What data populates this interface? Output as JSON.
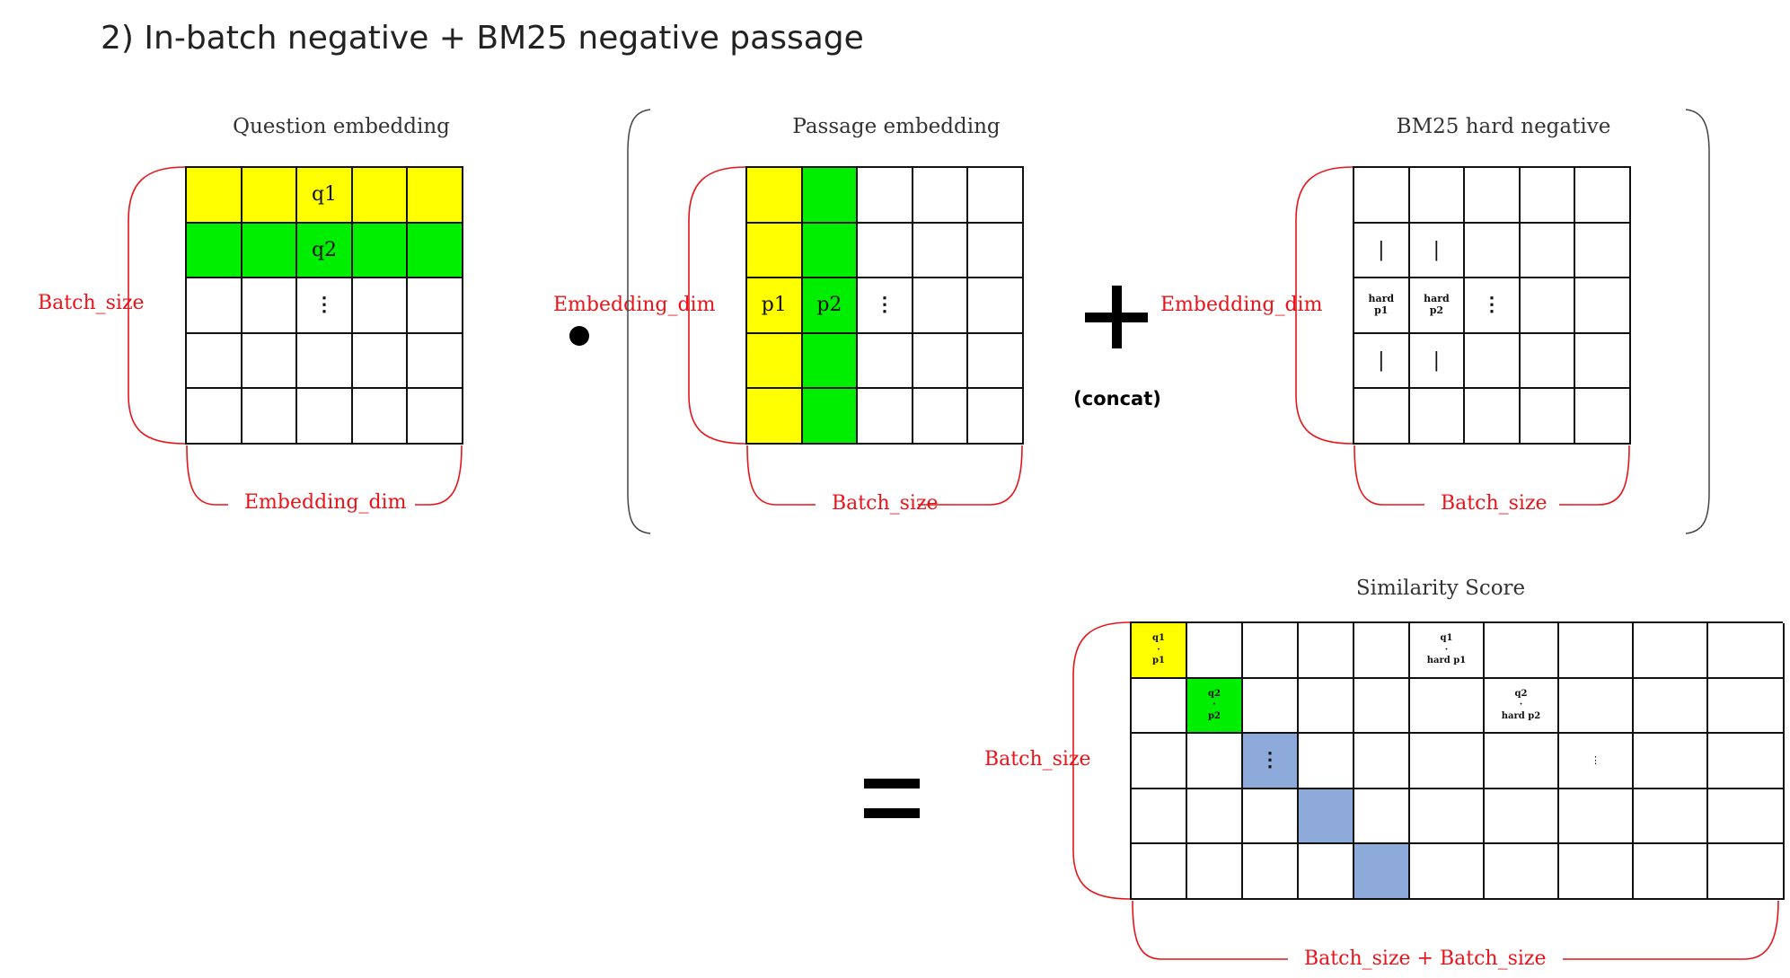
{
  "title": "2) In-batch negative + BM25 negative passage",
  "question": {
    "title": "Question embedding",
    "row1_label": "q1",
    "row2_label": "q2",
    "dots": "⋮",
    "left_label": "Batch_size",
    "bottom_label": "Embedding_dim"
  },
  "passage": {
    "title": "Passage embedding",
    "col1_label": "p1",
    "col2_label": "p2",
    "dots": "⋮",
    "left_label": "Embedding_dim",
    "bottom_label": "Batch_size"
  },
  "hard": {
    "title": "BM25 hard negative",
    "bar": "|",
    "col1_label": "hard\np1",
    "col2_label": "hard\np2",
    "dots": "⋮",
    "left_label": "Embedding_dim",
    "bottom_label": "Batch_size"
  },
  "concat_label": "(concat)",
  "similarity": {
    "title": "Similarity Score",
    "c11": "q1\n·\np1",
    "c22": "q2\n·\np2",
    "dots": "⋮",
    "hard1": "q1\n·\nhard p1",
    "hard2": "q2\n·\nhard p2",
    "dots_small": "⋮",
    "left_label": "Batch_size",
    "bottom_label": "Batch_size + Batch_size"
  },
  "colors": {
    "positive_yellow": "#ffff00",
    "positive_green": "#00ee00",
    "diagonal_blue": "#8eaadb",
    "annotation_red": "#e8141a"
  }
}
